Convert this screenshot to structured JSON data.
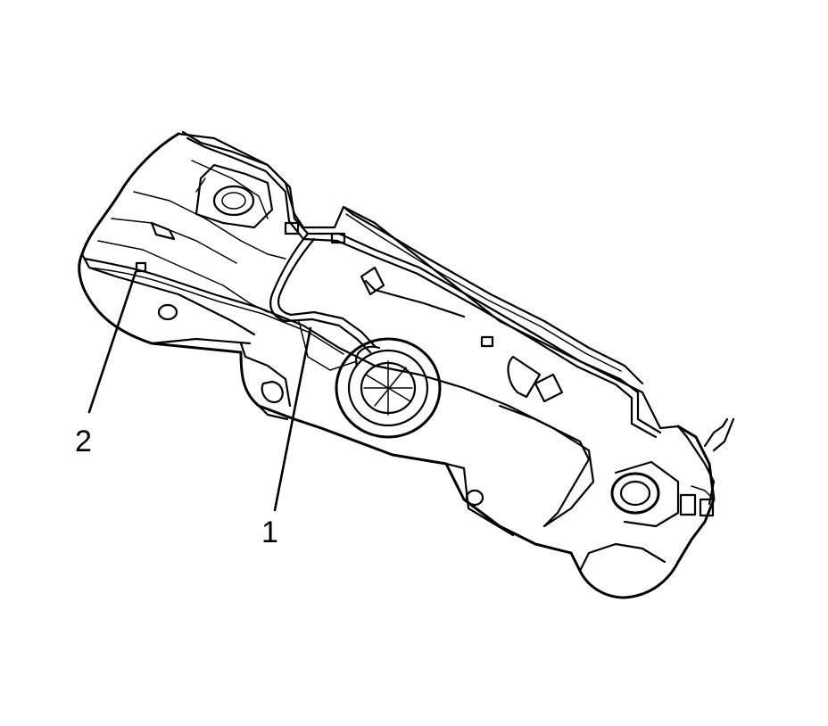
{
  "callouts": [
    {
      "id": "callout-1",
      "label": "1"
    },
    {
      "id": "callout-2",
      "label": "2"
    }
  ],
  "colors": {
    "line": "#000000",
    "background": "#ffffff"
  }
}
